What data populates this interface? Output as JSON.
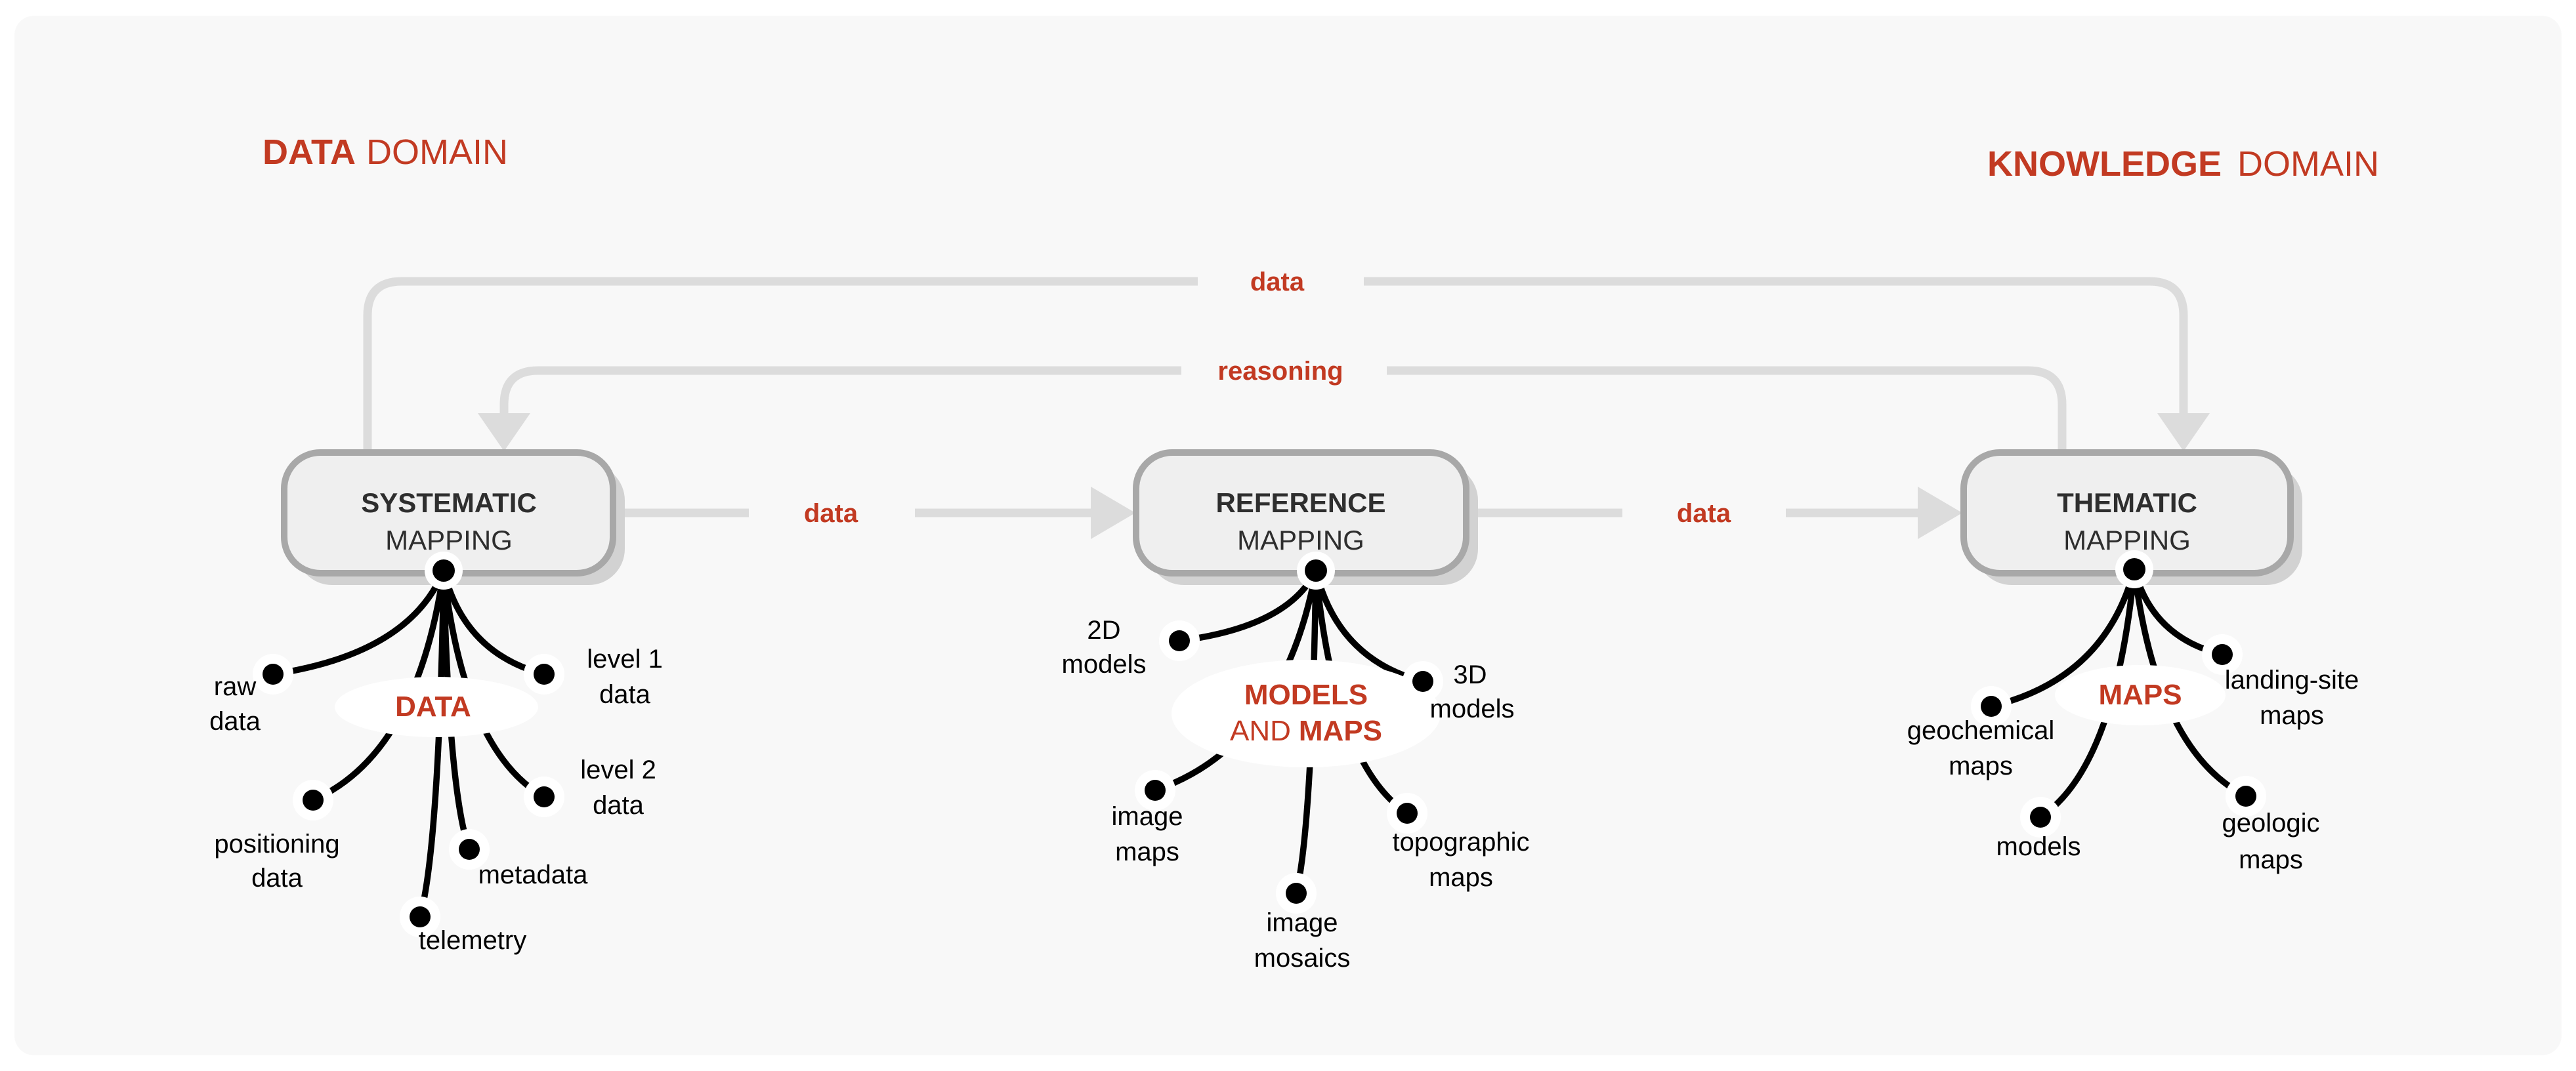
{
  "colors": {
    "red": "#c23a22",
    "line_gray": "#dcdcdc",
    "box_fill": "#efefef",
    "box_border": "#a8a8a8",
    "box_shadow": "#d2d2d2",
    "panel_bg": "#f8f8f8",
    "ink": "#000000"
  },
  "header": {
    "left_bold": "DATA",
    "left_rest": "DOMAIN",
    "right_bold": "KNOWLEDGE",
    "right_rest": "DOMAIN"
  },
  "loops": {
    "data_label": "data",
    "reasoning_label": "reasoning"
  },
  "flows": {
    "sys_to_ref_label": "data",
    "ref_to_them_label": "data"
  },
  "boxes": {
    "systematic": {
      "line1": "SYSTEMATIC",
      "line2": "MAPPING"
    },
    "reference": {
      "line1": "REFERENCE",
      "line2": "MAPPING"
    },
    "thematic": {
      "line1": "THEMATIC",
      "line2": "MAPPING"
    }
  },
  "hubs": {
    "systematic_label": "DATA",
    "reference_line1": "MODELS",
    "reference_line2_regular": "AND",
    "reference_line2_bold": "MAPS",
    "thematic_label": "MAPS"
  },
  "children": {
    "systematic": {
      "raw_data": [
        "raw",
        "data"
      ],
      "level_1_data": [
        "level 1",
        "data"
      ],
      "positioning_data": [
        "positioning",
        "data"
      ],
      "telemetry": [
        "telemetry"
      ],
      "metadata": [
        "metadata"
      ],
      "level_2_data": [
        "level 2",
        "data"
      ]
    },
    "reference": {
      "models_2d": [
        "2D",
        "models"
      ],
      "models_3d": [
        "3D",
        "models"
      ],
      "image_maps": [
        "image",
        "maps"
      ],
      "image_mosaics": [
        "image",
        "mosaics"
      ],
      "topographic_maps": [
        "topographic",
        "maps"
      ]
    },
    "thematic": {
      "geochemical_maps": [
        "geochemical",
        "maps"
      ],
      "landing_site_maps": [
        "landing-site",
        "maps"
      ],
      "models": [
        "models"
      ],
      "geologic_maps": [
        "geologic",
        "maps"
      ]
    }
  }
}
